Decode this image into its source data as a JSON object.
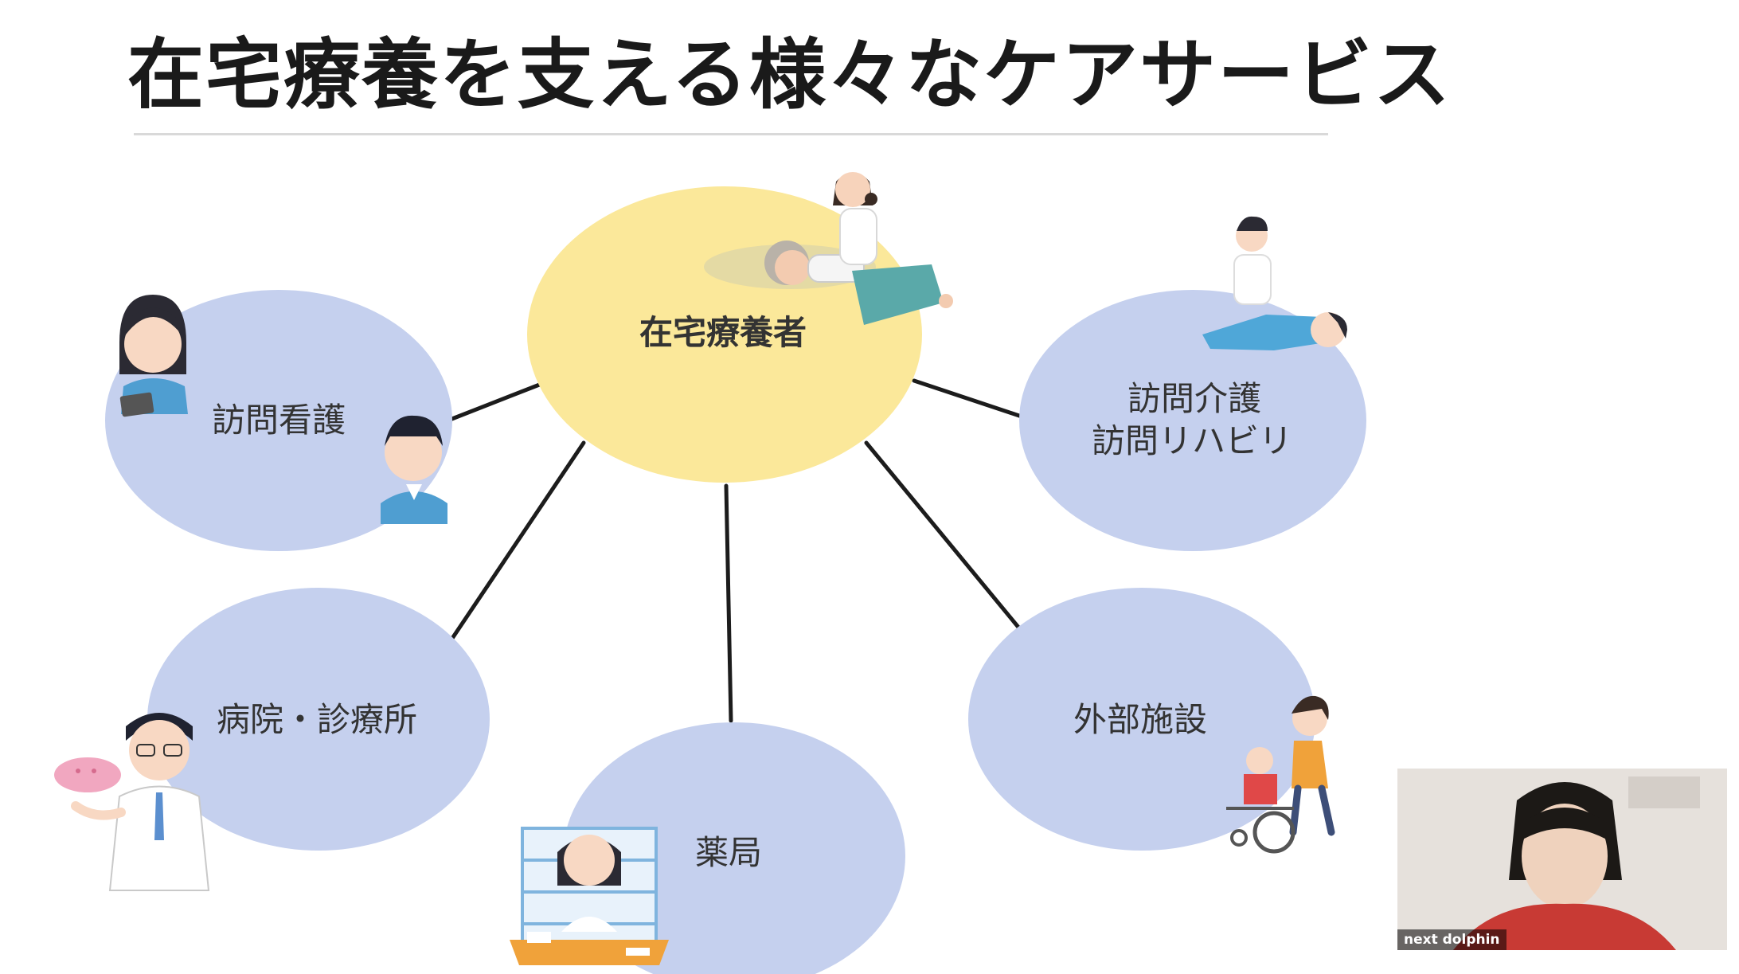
{
  "slide": {
    "title": "在宅療養を支える様々なケアサービス"
  },
  "diagram": {
    "center": {
      "label": "在宅療養者",
      "color": "#fbe89a"
    },
    "satellite_color": "#c5d0ee",
    "nodes": [
      {
        "id": "visiting-nursing",
        "lines": [
          "訪問看護"
        ]
      },
      {
        "id": "visiting-care-rehab",
        "lines": [
          "訪問介護",
          "訪問リハビリ"
        ]
      },
      {
        "id": "hospital-clinic",
        "lines": [
          "病院・診療所"
        ]
      },
      {
        "id": "pharmacy",
        "lines": [
          "薬局"
        ]
      },
      {
        "id": "external-facility",
        "lines": [
          "外部施設"
        ]
      }
    ]
  },
  "webcam": {
    "participant_name": "next dolphin"
  }
}
